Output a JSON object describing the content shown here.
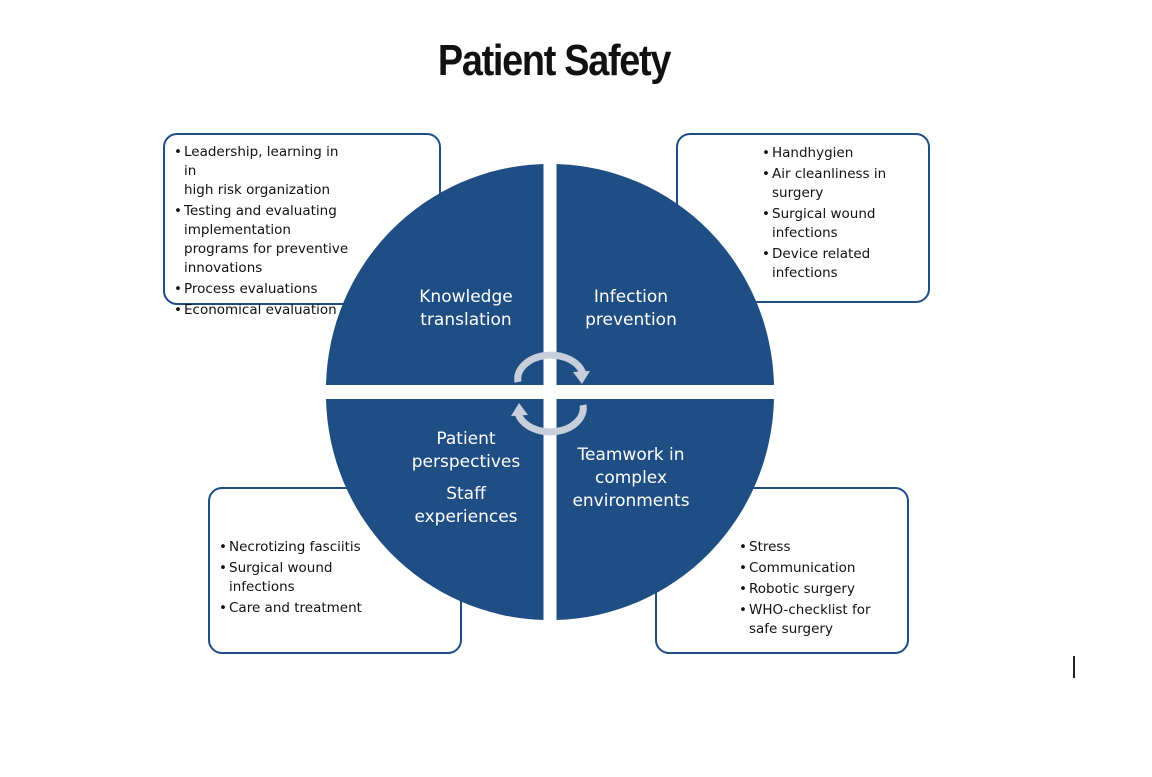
{
  "title": "Patient Safety",
  "colors": {
    "quadrant_fill": "#1f4e84",
    "box_border": "#1f4e84",
    "arrow": "#c6cfda"
  },
  "quadrants": {
    "top_left": {
      "label": "Knowledge\ntranslation",
      "items": [
        "Leadership, learning in in\nhigh risk organization",
        "Testing and evaluating\nimplementation\nprograms for preventive\ninnovations",
        "Process evaluations",
        "Economical evaluation"
      ]
    },
    "top_right": {
      "label": "Infection\nprevention",
      "items": [
        "Handhygien",
        "Air cleanliness in\nsurgery",
        "Surgical wound\ninfections",
        "Device related\ninfections"
      ]
    },
    "bottom_left": {
      "label_1": "Patient\nperspectives",
      "label_2": "Staff\nexperiences",
      "items": [
        "Necrotizing fasciitis",
        "Surgical wound\ninfections",
        "Care and treatment"
      ]
    },
    "bottom_right": {
      "label": "Teamwork in\ncomplex\nenvironments",
      "items": [
        "Stress",
        "Communication",
        "Robotic surgery",
        "WHO-checklist for\nsafe surgery"
      ]
    }
  },
  "icons": {
    "cycle": "circular-arrows-icon"
  }
}
